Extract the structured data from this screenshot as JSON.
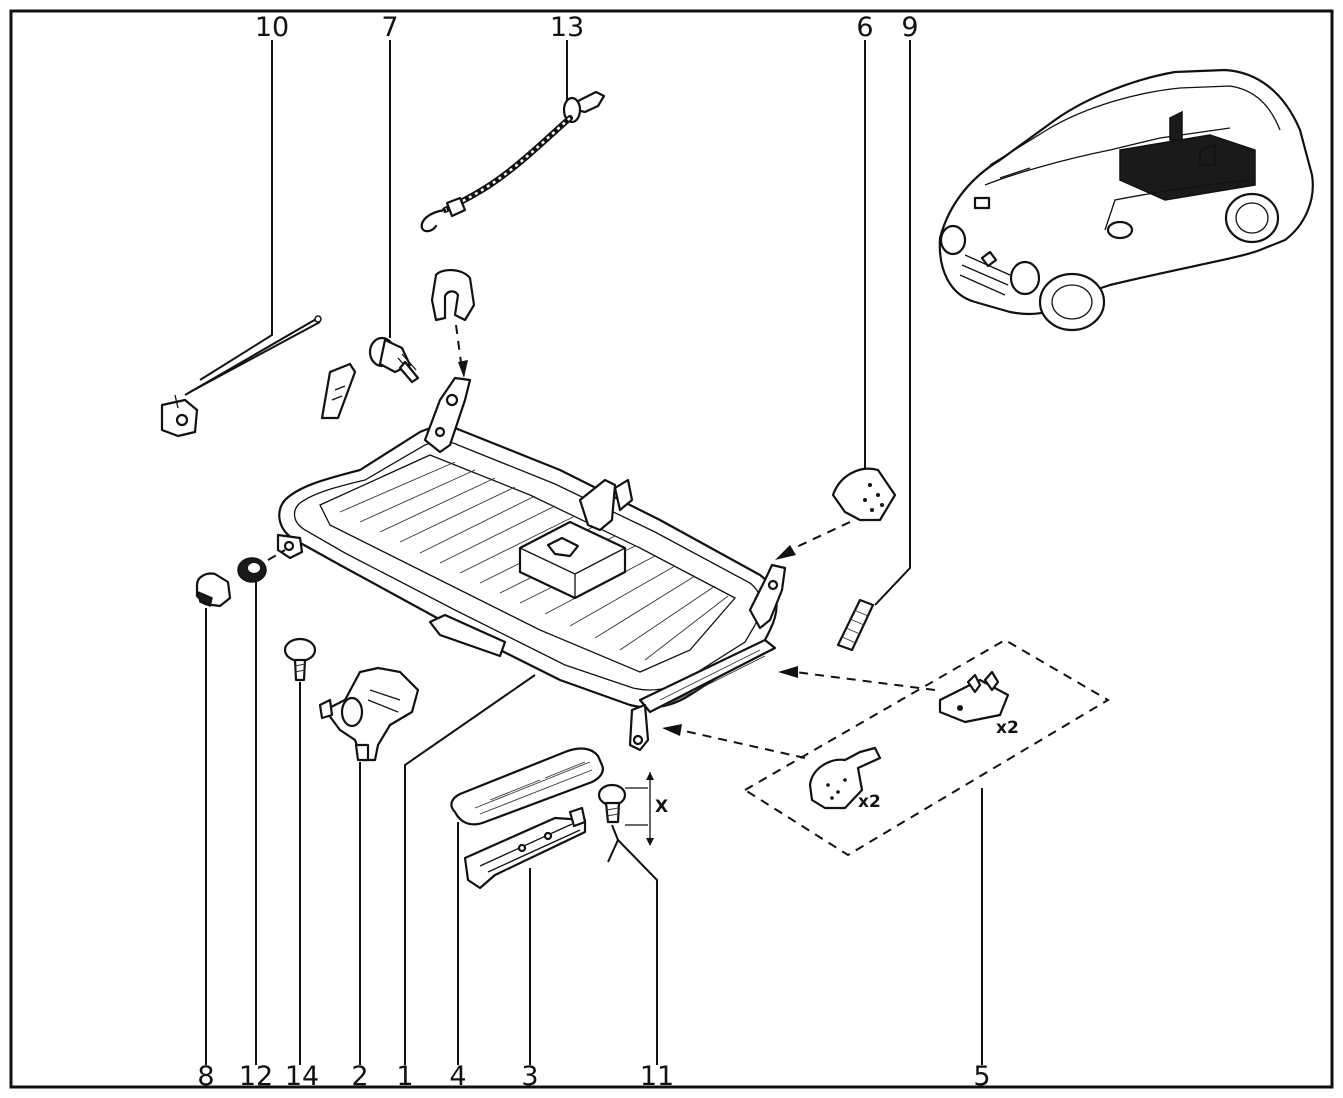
{
  "callouts": {
    "c10": "10",
    "c7": "7",
    "c13": "13",
    "c6": "6",
    "c9": "9",
    "c8": "8",
    "c12": "12",
    "c14": "14",
    "c2": "2",
    "c1": "1",
    "c4": "4",
    "c3": "3",
    "c11": "11",
    "c5": "5"
  },
  "annotations": {
    "qty_upper": "x2",
    "qty_lower": "x2",
    "dimension": "X"
  },
  "colors": {
    "line": "#111111",
    "background": "#ffffff",
    "highlight": "#1a1a1a"
  }
}
